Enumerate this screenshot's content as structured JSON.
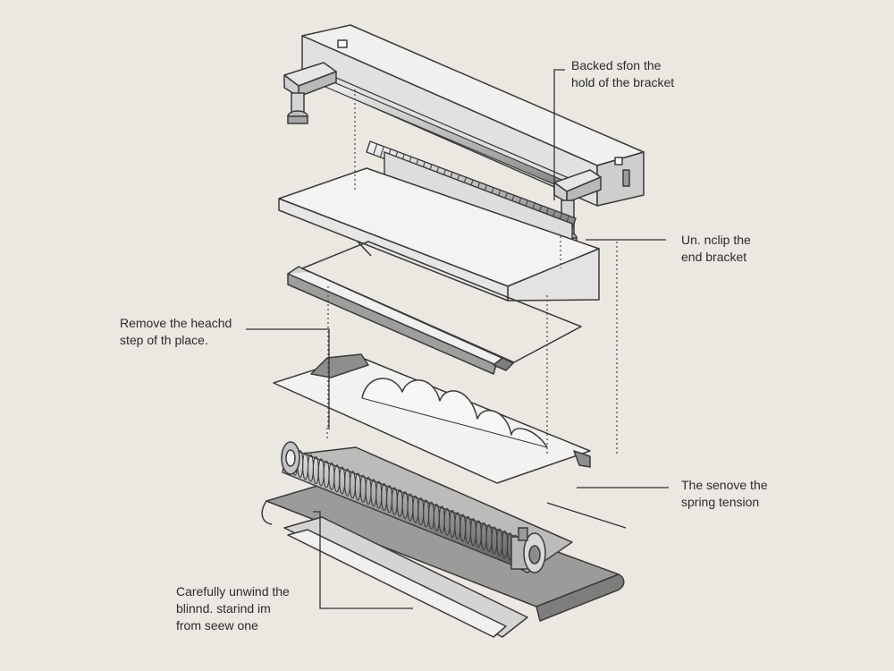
{
  "colors": {
    "background": "#ebe8e2",
    "line": "#3a3a3a",
    "fill_light": "#f1f0ee",
    "fill_mid": "#d6d5d3",
    "fill_dark": "#a9a8a6"
  },
  "callouts": {
    "backed_bracket": {
      "line1": "Backed sfon the",
      "line2": "hold of the bracket"
    },
    "unclip_end_bracket": {
      "line1": "Un. nclip the",
      "line2": "end bracket"
    },
    "remove_step": {
      "line1": "Remove the heachd",
      "line2": "step of th place."
    },
    "spring_tension": {
      "line1": "The senove the",
      "line2": "spring tension"
    },
    "unwind_blind": {
      "line1": "Carefully unwind the",
      "line2": "blinnd. starind im",
      "line3": "from seew one"
    }
  },
  "icons": [
    "bracket-icon",
    "bolt-icon",
    "spring-roller-icon",
    "end-cap-icon"
  ]
}
